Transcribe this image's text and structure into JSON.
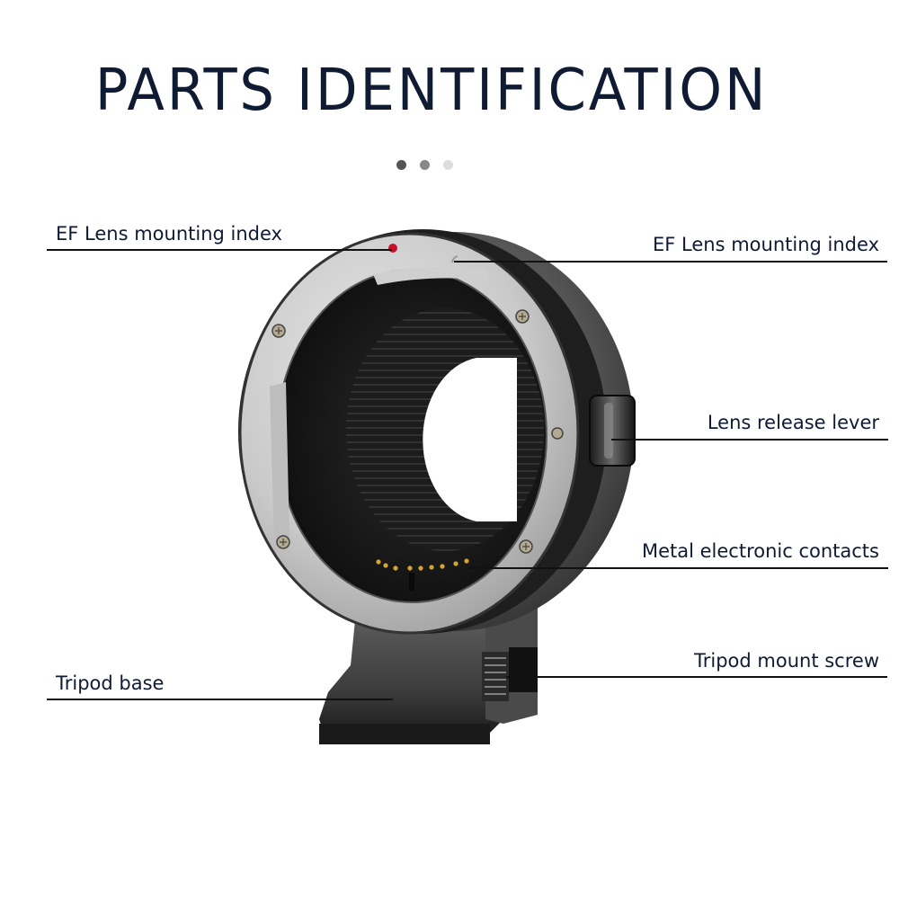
{
  "header": {
    "title": "PARTS IDENTIFICATION"
  },
  "carousel": {
    "dots": [
      {
        "state": "active",
        "color": "#555555"
      },
      {
        "state": "inactive",
        "color": "#888888"
      },
      {
        "state": "inactive",
        "color": "#dddddd"
      }
    ]
  },
  "product": {
    "name": "EF lens mount adapter",
    "image_icon": "lens-adapter-illustration"
  },
  "callouts": [
    {
      "id": "ef-mount-index-left",
      "label": "EF Lens mounting index",
      "side": "left"
    },
    {
      "id": "ef-mount-index-right",
      "label": "EF Lens mounting index",
      "side": "right"
    },
    {
      "id": "lens-release-lever",
      "label": "Lens release lever",
      "side": "right"
    },
    {
      "id": "metal-electronic-contacts",
      "label": "Metal electronic contacts",
      "side": "right"
    },
    {
      "id": "tripod-mount-screw",
      "label": "Tripod mount screw",
      "side": "right"
    },
    {
      "id": "tripod-base",
      "label": "Tripod base",
      "side": "left"
    }
  ],
  "colors": {
    "title": "#0f1a33",
    "leader_line": "#111111",
    "mount_index_red": "#c8102e"
  }
}
